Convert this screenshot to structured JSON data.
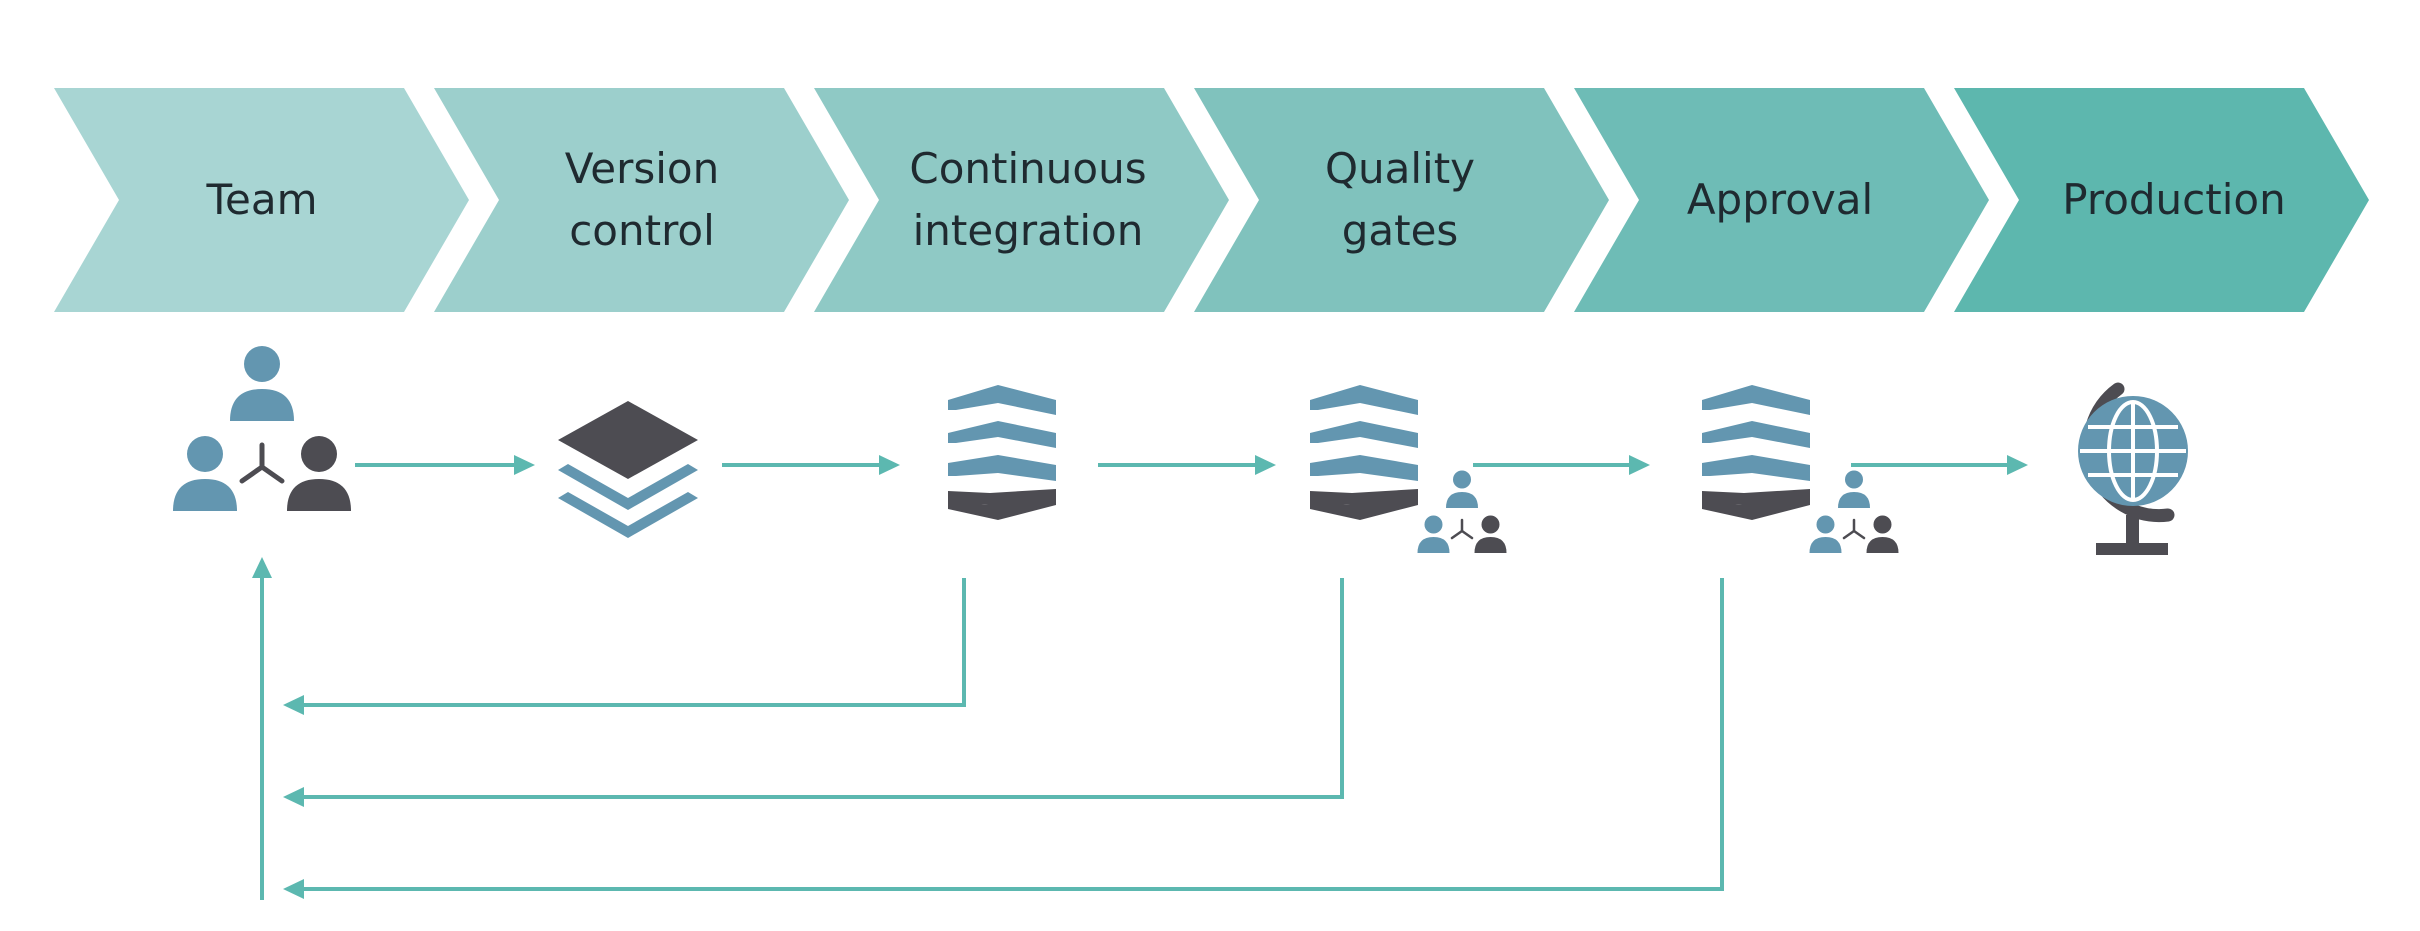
{
  "stages": [
    {
      "label_lines": [
        "Team"
      ],
      "color": "#a8d5d3",
      "icon": "team-icon"
    },
    {
      "label_lines": [
        "Version",
        "control"
      ],
      "color": "#9ccfcc",
      "icon": "layers-icon"
    },
    {
      "label_lines": [
        "Continuous",
        "integration"
      ],
      "color": "#8fc9c5",
      "icon": "build-stack-icon"
    },
    {
      "label_lines": [
        "Quality",
        "gates"
      ],
      "color": "#80c2bd",
      "icon": "build-stack-with-team-icon"
    },
    {
      "label_lines": [
        "Approval"
      ],
      "color": "#6ebcb6",
      "icon": "build-stack-with-team-icon"
    },
    {
      "label_lines": [
        "Production"
      ],
      "color": "#5db7ae",
      "icon": "globe-icon"
    }
  ],
  "colors": {
    "arrow": "#5cb8b0",
    "icon_blue": "#6396b0",
    "icon_dark": "#4d4c52",
    "text": "#1f2a30"
  },
  "feedback_loops": [
    {
      "from_stage": 2,
      "to_stage": 0
    },
    {
      "from_stage": 3,
      "to_stage": 0
    },
    {
      "from_stage": 4,
      "to_stage": 0
    }
  ]
}
